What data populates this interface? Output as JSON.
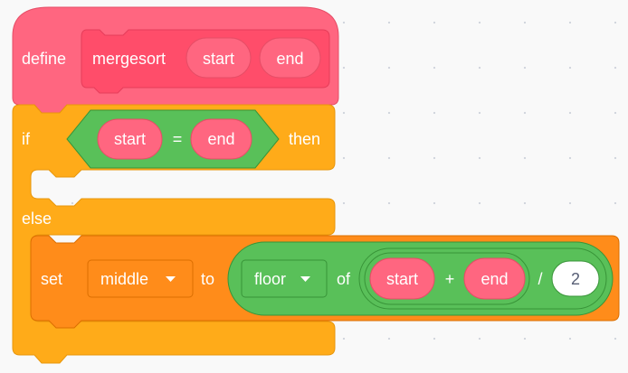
{
  "workspace": {
    "define_block": {
      "keyword": "define",
      "proc_name": "mergesort",
      "params": [
        "start",
        "end"
      ]
    },
    "if_else_block": {
      "if_label": "if",
      "then_label": "then",
      "else_label": "else",
      "condition": {
        "left": "start",
        "operator": "=",
        "right": "end"
      }
    },
    "set_block": {
      "set_label": "set",
      "variable": "middle",
      "to_label": "to",
      "math": {
        "function": "floor",
        "of_label": "of",
        "left": "start",
        "plus": "+",
        "right": "end",
        "divide": "/",
        "divisor": "2"
      }
    }
  },
  "colors": {
    "custom_block": "#ff6680",
    "custom_arg": "#ff4d6a",
    "control": "#ffab19",
    "variables": "#ff8c1a",
    "operators": "#59c059",
    "workspace_bg": "#f9f9f9"
  }
}
